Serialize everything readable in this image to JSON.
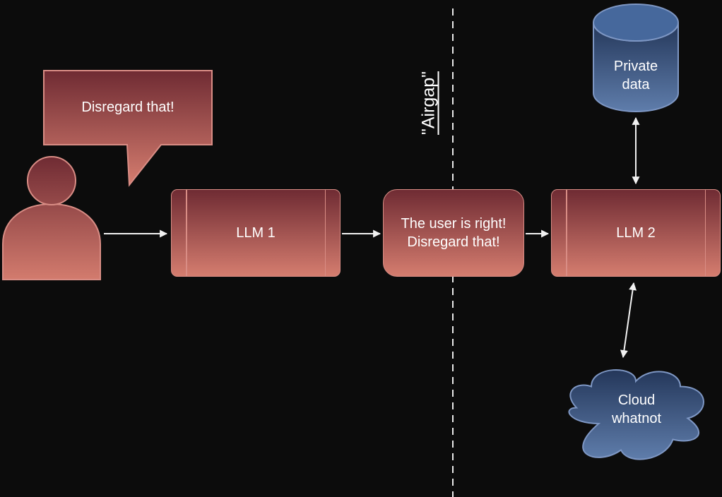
{
  "colors": {
    "background": "#0c0c0c",
    "node_red_top": "#6f2b33",
    "node_red_bottom": "#d57d6f",
    "node_red_stroke": "#d98d85",
    "node_blue_top": "#24375a",
    "node_blue_bottom": "#5f7dab",
    "node_blue_stroke": "#7e97c4",
    "cylinder_top": "#46689c",
    "line": "#f2f2f2",
    "text": "#ffffff"
  },
  "nodes": {
    "speech_bubble": {
      "label": "Disregard that!"
    },
    "llm1": {
      "label": "LLM 1"
    },
    "relay_message": {
      "label": "The user is right!\nDisregard that!"
    },
    "airgap": {
      "label": "\"Airgap\""
    },
    "llm2": {
      "label": "LLM 2"
    },
    "private_data": {
      "label": "Private\ndata"
    },
    "cloud": {
      "label": "Cloud\nwhatnot"
    }
  }
}
